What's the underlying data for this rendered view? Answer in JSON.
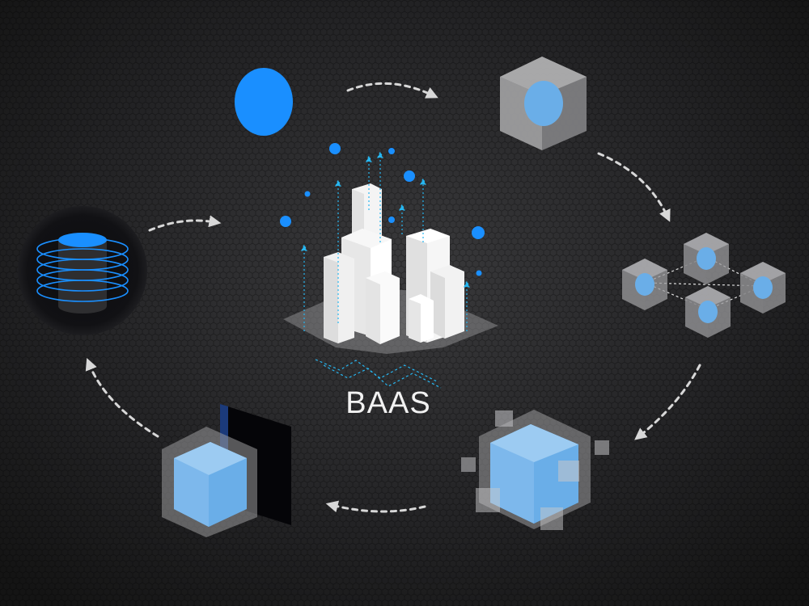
{
  "diagram": {
    "center_label": "BAAS",
    "colors": {
      "background": "#1c1c1e",
      "accent_blue": "#1a8fff",
      "cube_blue": "#6aaee8",
      "glass": "#9a9a9a",
      "building": "#f4f4f4",
      "arrow": "#d8d8d8",
      "pointer": "#27b6f0"
    },
    "stages": [
      {
        "name": "blue-circle"
      },
      {
        "name": "gray-cube-with-circle"
      },
      {
        "name": "cube-network"
      },
      {
        "name": "large-blue-cube-cluster"
      },
      {
        "name": "blue-cube-with-panel"
      },
      {
        "name": "database-cylinder"
      }
    ]
  }
}
